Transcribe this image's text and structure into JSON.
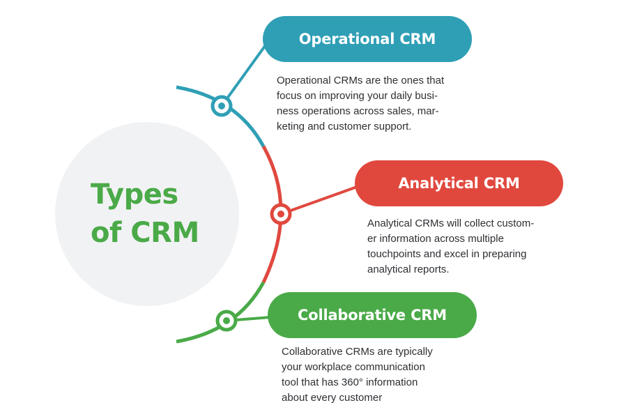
{
  "title": {
    "line1": "Types",
    "line2": "of CRM"
  },
  "colors": {
    "operational": "#2f9fb5",
    "analytical": "#e0483e",
    "collaborative": "#4aaa48",
    "center_bg": "#f1f2f4",
    "title_text": "#4aaa48",
    "body_text": "#2c2f33"
  },
  "types": [
    {
      "label": "Operational CRM",
      "description_lines": [
        "Operational CRMs are the ones that",
        "focus on improving your daily busi-",
        "ness operations across sales, mar-",
        "keting and customer support."
      ]
    },
    {
      "label": "Analytical CRM",
      "description_lines": [
        "Analytical CRMs will collect custom-",
        "er information across multiple",
        "touchpoints and excel in preparing",
        "analytical reports."
      ]
    },
    {
      "label": "Collaborative CRM",
      "description_lines": [
        "Collaborative CRMs are typically",
        "your workplace communication",
        "tool that has 360° information",
        "about every customer"
      ]
    }
  ]
}
